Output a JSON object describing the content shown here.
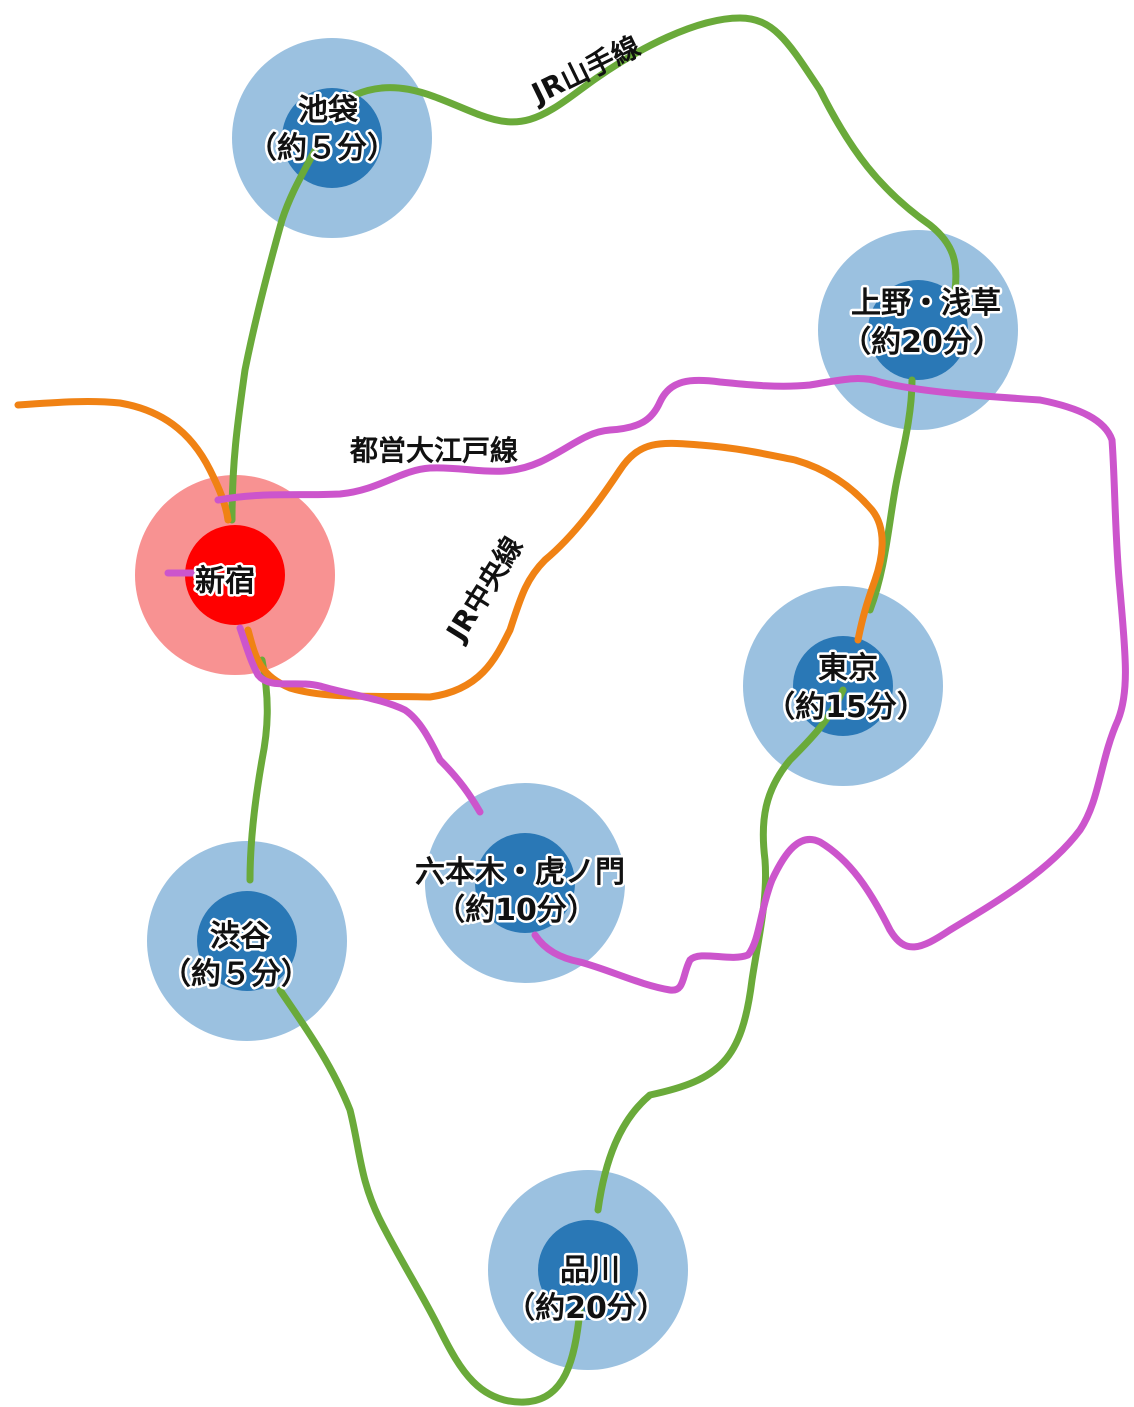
{
  "colors": {
    "yamanote": "#6aaa3a",
    "chuo": "#f08214",
    "oedo": "#cc55cc",
    "station_halo": "#8ab6da",
    "station_core": "#2a78b6",
    "origin_halo": "#f77f7f",
    "origin_core": "#ff0000"
  },
  "lines": {
    "yamanote": "JR山手線",
    "oedo": "都営大江戸線",
    "chuo": "JR中央線"
  },
  "stations": {
    "shinjuku": {
      "name": "新宿"
    },
    "ikebukuro": {
      "name": "池袋",
      "time": "（約５分）"
    },
    "ueno": {
      "name": "上野・浅草",
      "time": "（約20分）"
    },
    "tokyo": {
      "name": "東京",
      "time": "（約15分）"
    },
    "roppongi": {
      "name": "六本木・虎ノ門",
      "time": "（約10分）"
    },
    "shibuya": {
      "name": "渋谷",
      "time": "（約５分）"
    },
    "shinagawa": {
      "name": "品川",
      "time": "（約20分）"
    }
  }
}
